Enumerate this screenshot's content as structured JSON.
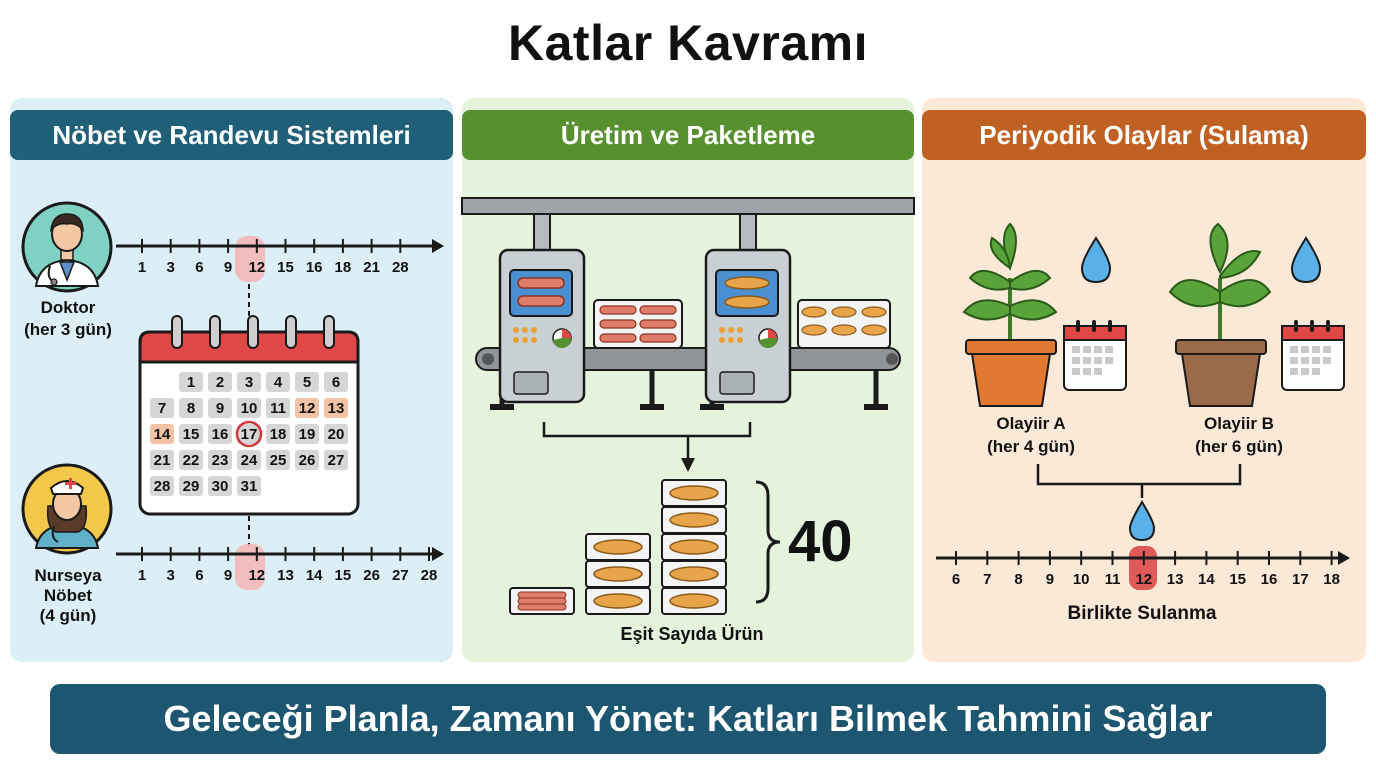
{
  "title": "Katlar Kavramı",
  "panel1": {
    "header": "Nöbet ve Randevu Sistemleri",
    "doctor_label": "Doktor",
    "doctor_sub": "(her 3 gün)",
    "nurse_label": "Nurseya",
    "nurse_label2": "Nöbet",
    "nurse_sub": "(4 gün)",
    "timeline_top": [
      "1",
      "3",
      "6",
      "9",
      "12",
      "15",
      "16",
      "18",
      "21",
      "28"
    ],
    "timeline_bottom": [
      "1",
      "3",
      "6",
      "9",
      "12",
      "13",
      "14",
      "15",
      "26",
      "27",
      "28"
    ],
    "highlight": "12",
    "calendar_days": [
      "1",
      "2",
      "3",
      "4",
      "5",
      "6",
      "7",
      "8",
      "9",
      "10",
      "11",
      "12",
      "13",
      "14",
      "15",
      "16",
      "17",
      "18",
      "19",
      "20",
      "21",
      "22",
      "23",
      "24",
      "25",
      "26",
      "27",
      "28",
      "29",
      "30",
      "31"
    ],
    "calendar_circled": "17",
    "calendar_highlighted": [
      "12",
      "13",
      "14"
    ]
  },
  "panel2": {
    "header": "Üretim ve Paketleme",
    "count": "40",
    "caption": "Eşit Sayıda Ürün"
  },
  "panel3": {
    "header": "Periyodik Olaylar (Sulama)",
    "plant_a": "Olayiir A",
    "plant_a_sub": "(her 4 gün)",
    "plant_b": "Olayiir B",
    "plant_b_sub": "(her 6 gün)",
    "timeline": [
      "6",
      "7",
      "8",
      "9",
      "10",
      "11",
      "12",
      "13",
      "14",
      "15",
      "16",
      "17",
      "18"
    ],
    "highlight": "12",
    "caption": "Birlikte Sulanma"
  },
  "footer": "Geleceği Planla, Zamanı Yönet: Katları Bilmek Tahmini Sağlar",
  "colors": {
    "panel1_head": "#1f5f78",
    "panel2_head": "#56902f",
    "panel3_head": "#bf6123",
    "footer": "#1d5670",
    "calendar_red": "#e04848",
    "highlight_pink": "#f4b4b4"
  }
}
